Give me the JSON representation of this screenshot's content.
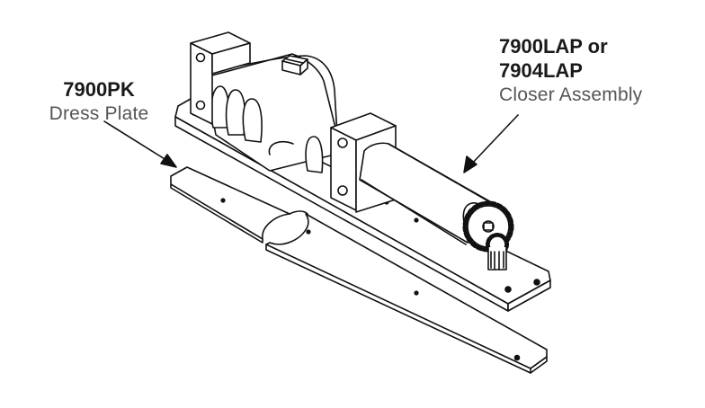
{
  "dress_plate": {
    "part_number": "7900PK",
    "description": "Dress Plate"
  },
  "closer_assembly": {
    "part_number_line1": "7900LAP or",
    "part_number_line2": "7904LAP",
    "description": "Closer Assembly"
  }
}
